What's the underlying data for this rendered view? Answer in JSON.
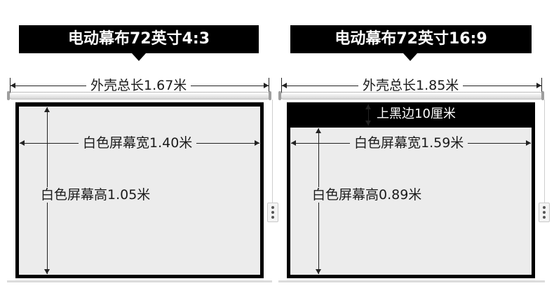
{
  "left": {
    "title": "电动幕布72英寸4:3",
    "housing_length": "外壳总长1.67米",
    "screen_width": "白色屏幕宽1.40米",
    "screen_height": "白色屏幕高1.05米"
  },
  "right": {
    "title": "电动幕布72英寸16:9",
    "housing_length": "外壳总长1.85米",
    "top_border": "上黑边10厘米",
    "screen_width": "白色屏幕宽1.59米",
    "screen_height": "白色屏幕高0.89米"
  },
  "colors": {
    "banner": "#000000",
    "screen": "#ececec",
    "frame": "#000000"
  }
}
